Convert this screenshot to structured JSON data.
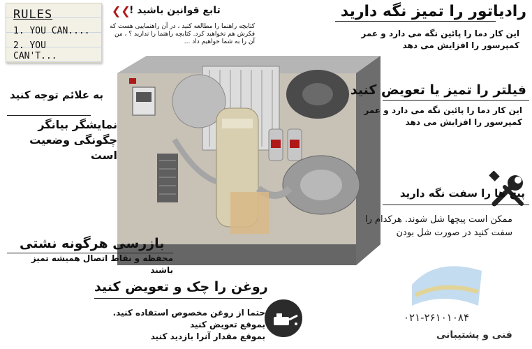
{
  "rules_note": {
    "title": "RULES",
    "line1": "1. YOU CAN....",
    "line2": "2. YOU CAN'T..."
  },
  "follow_rules": {
    "title": "تابع قوانین باشید !",
    "chevrons": "❮❮",
    "text": "کتابچه راهنما را مطالعه کنید ، در آن راهنماییی هست که فکرش هم نخواهید کرد. کتابچه راهنما را ندارید ؟ ، من آن را به شما خواهیم داد ..."
  },
  "radiator": {
    "title": "رادیاتور را تمیز نگه دارید",
    "text": "این کار دما را پائین نگه می دارد و عمر کمپرسور را افزایش می دهد"
  },
  "filter": {
    "title": "فیلتر را تمیز یا تعویض کنید",
    "text": "این کار دما را پائین نگه می دارد و عمر کمپرسور را افزایش می دهد"
  },
  "signs": {
    "title": "به علائم توجه کنید"
  },
  "gauge": {
    "title": "نمایشگر بیانگر چگونگی وضعیت است"
  },
  "bolts": {
    "title": "پیچ ها را سفت نگه دارید",
    "text": "ممکن است پیچها شل شوند. هرکدام را سفت کنید در صورت شل بودن"
  },
  "leak": {
    "title": "بازرسی هرگونه نشتی",
    "text": "محفظه و نقاط اتصال همیشه تمیز باشند"
  },
  "oil": {
    "title": "روغن را چک و تعویض کنید",
    "line1": "حتما از روغن مخصوص استفاده کنید.",
    "line2": "بموقع تعویض کنید",
    "line3": "بموقع مقدار آنرا بازدید کنید"
  },
  "footer": {
    "phone": "۰۲۱-۲۶۱۰۱۰۸۴",
    "support": "فنی و پشتیبانی"
  },
  "colors": {
    "accent": "#b01818",
    "casing": "#8e8e8e",
    "panel": "#d9d2c4"
  }
}
